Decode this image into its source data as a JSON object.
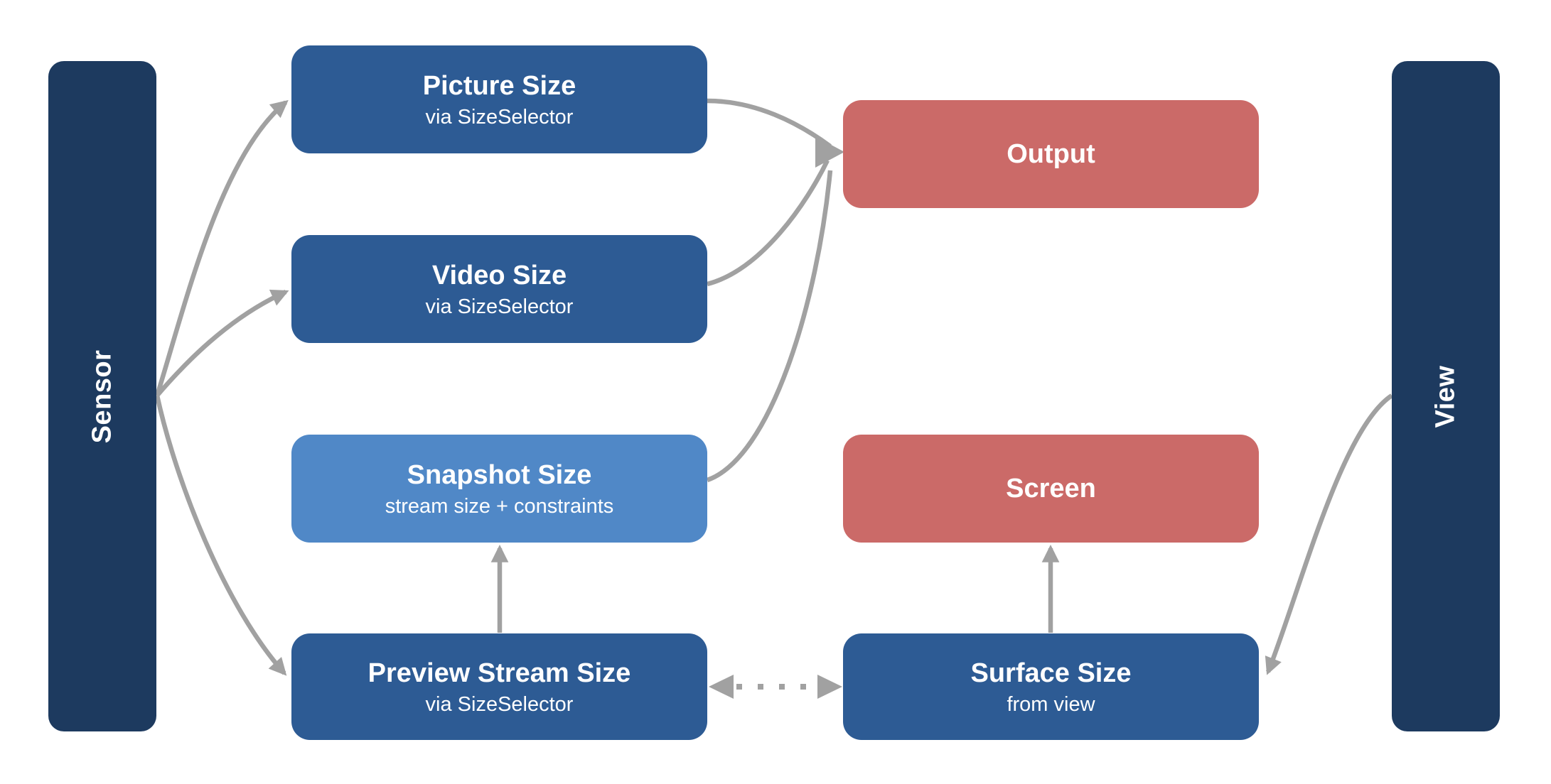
{
  "diagram": {
    "left_lane": {
      "label": "Sensor"
    },
    "right_lane": {
      "label": "View"
    },
    "nodes": {
      "picture": {
        "title": "Picture Size",
        "subtitle": "via SizeSelector"
      },
      "video": {
        "title": "Video Size",
        "subtitle": "via SizeSelector"
      },
      "snapshot": {
        "title": "Snapshot Size",
        "subtitle": "stream size + constraints"
      },
      "preview": {
        "title": "Preview Stream Size",
        "subtitle": "via SizeSelector"
      },
      "output": {
        "title": "Output"
      },
      "screen": {
        "title": "Screen"
      },
      "surface": {
        "title": "Surface Size",
        "subtitle": "from view"
      }
    },
    "edges": [
      {
        "from": "sensor",
        "to": "picture",
        "style": "solid-curve"
      },
      {
        "from": "sensor",
        "to": "video",
        "style": "solid-curve"
      },
      {
        "from": "sensor",
        "to": "preview",
        "style": "solid-curve"
      },
      {
        "from": "picture",
        "to": "output",
        "style": "solid-curve"
      },
      {
        "from": "video",
        "to": "output",
        "style": "solid-curve"
      },
      {
        "from": "snapshot",
        "to": "output",
        "style": "solid-curve"
      },
      {
        "from": "preview",
        "to": "snapshot",
        "style": "solid-straight"
      },
      {
        "from": "surface",
        "to": "screen",
        "style": "solid-straight"
      },
      {
        "from": "preview",
        "to": "surface",
        "style": "dotted-bidirectional"
      },
      {
        "from": "view",
        "to": "surface",
        "style": "solid-curve"
      }
    ],
    "colors": {
      "lane": "#1d3a5f",
      "node_blue": "#2d5b94",
      "node_light_blue": "#5088c7",
      "node_red": "#cb6a68",
      "arrow": "#a1a1a1",
      "text": "#ffffff",
      "background": "#ffffff"
    }
  }
}
